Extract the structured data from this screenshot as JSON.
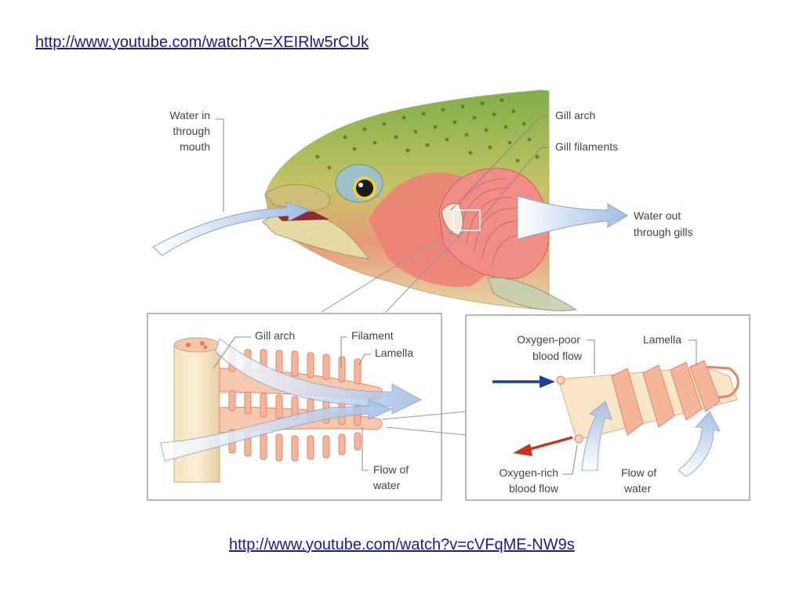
{
  "links": {
    "top": "http://www.youtube.com/watch?v=XEIRlw5rCUk",
    "bottom": "http://www.youtube.com/watch?v=cVFqME-NW9s"
  },
  "fish": {
    "water_in": [
      "Water in",
      "through",
      "mouth"
    ],
    "gill_arch": "Gill arch",
    "gill_filaments": "Gill filaments",
    "water_out": [
      "Water out",
      "through gills"
    ]
  },
  "detail_left": {
    "gill_arch": "Gill arch",
    "filament": "Filament",
    "lamella": "Lamella",
    "flow_of_water": [
      "Flow of",
      "water"
    ]
  },
  "detail_right": {
    "oxygen_poor": [
      "Oxygen-poor",
      "blood flow"
    ],
    "lamella": "Lamella",
    "oxygen_rich": [
      "Oxygen-rich",
      "blood flow"
    ],
    "flow_of_water": [
      "Flow of",
      "water"
    ]
  },
  "colors": {
    "link": "#1a1a9e",
    "oxygen_poor_arrow": "#1f3f9e",
    "oxygen_rich_arrow": "#c8321e",
    "water_arrow": "#a9c4e8"
  }
}
